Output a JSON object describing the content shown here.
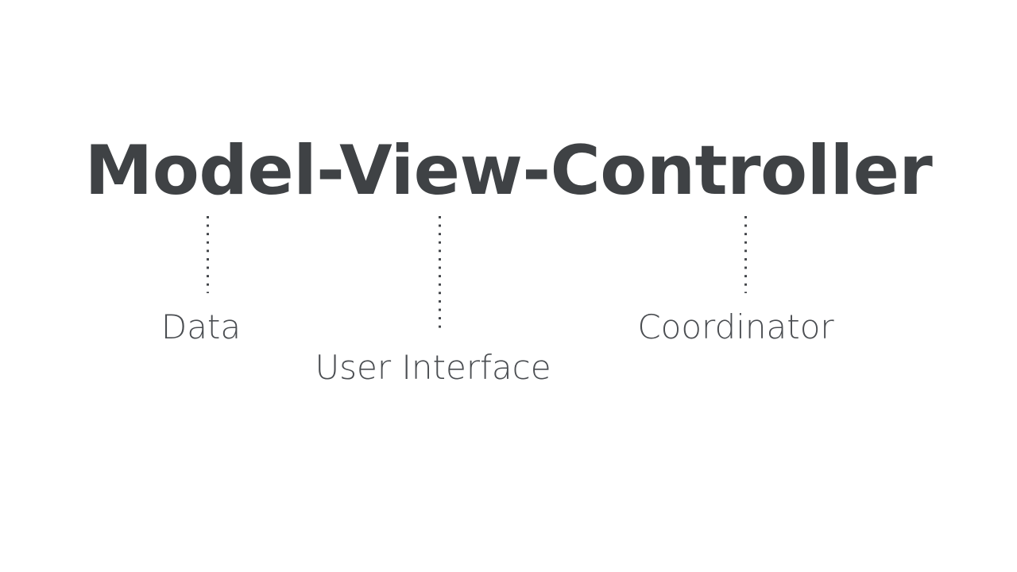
{
  "slide": {
    "background_color": "#ffffff",
    "title": {
      "text": "Model-View-Controller",
      "color": "#3f4245"
    },
    "leader_lines": [
      {
        "name": "model-leader",
        "style": "dotted",
        "color": "#43464a"
      },
      {
        "name": "view-leader",
        "style": "dotted",
        "color": "#43464a"
      },
      {
        "name": "controller-leader",
        "style": "dotted",
        "color": "#43464a"
      }
    ],
    "captions": [
      {
        "label": "Data",
        "maps_to": "Model",
        "color": "#4a4d51"
      },
      {
        "label": "User Interface",
        "maps_to": "View",
        "color": "#4a4d51"
      },
      {
        "label": "Coordinator",
        "maps_to": "Controller",
        "color": "#4a4d51"
      }
    ]
  }
}
